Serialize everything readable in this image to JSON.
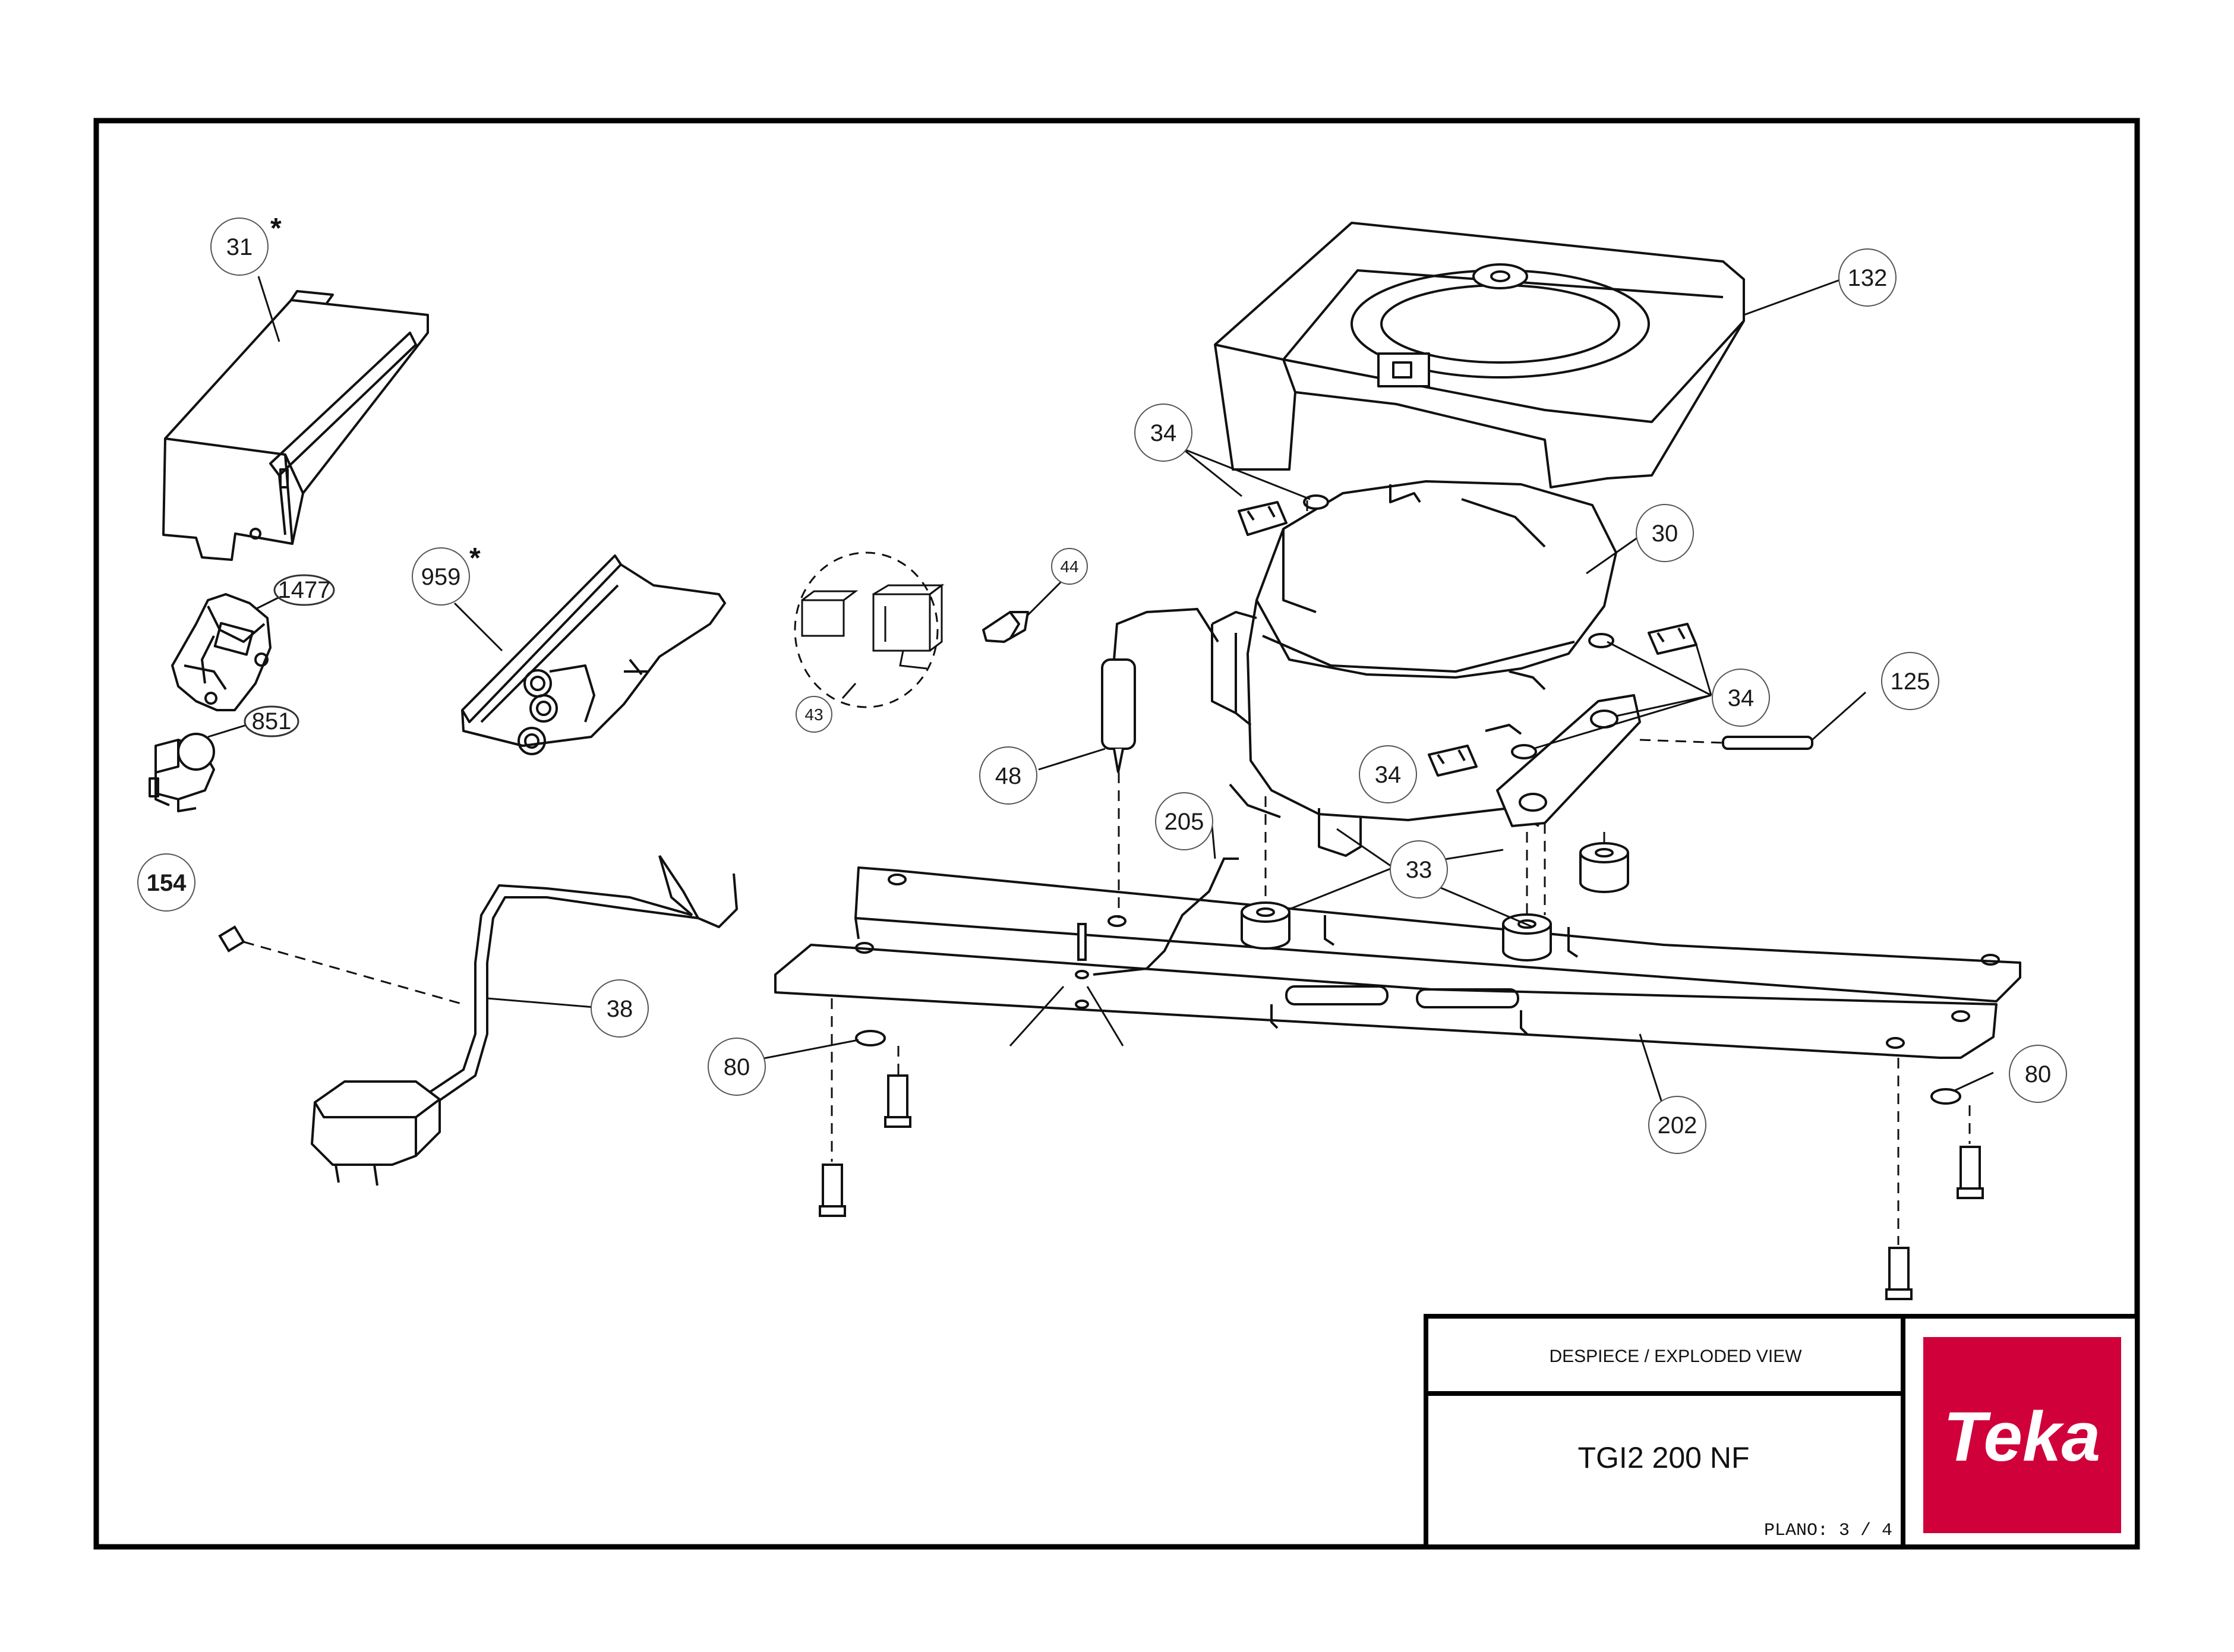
{
  "title_block": {
    "view_label": "DESPIECE / EXPLODED VIEW",
    "model": "TGI2 200 NF",
    "sheet": "PLANO: 3 / 4"
  },
  "logo": {
    "text": "Teka",
    "color": "#d0003a"
  },
  "callouts": {
    "c31": "31",
    "c1477": "1477",
    "c851": "851",
    "c959": "959",
    "c43": "43",
    "c44": "44",
    "c132": "132",
    "c34a": "34",
    "c30": "30",
    "c34b": "34",
    "c125": "125",
    "c34c": "34",
    "c48": "48",
    "c205": "205",
    "c33": "33",
    "c154": "154",
    "c38": "38",
    "c80a": "80",
    "c80b": "80",
    "c202": "202"
  },
  "star_mark": "*"
}
